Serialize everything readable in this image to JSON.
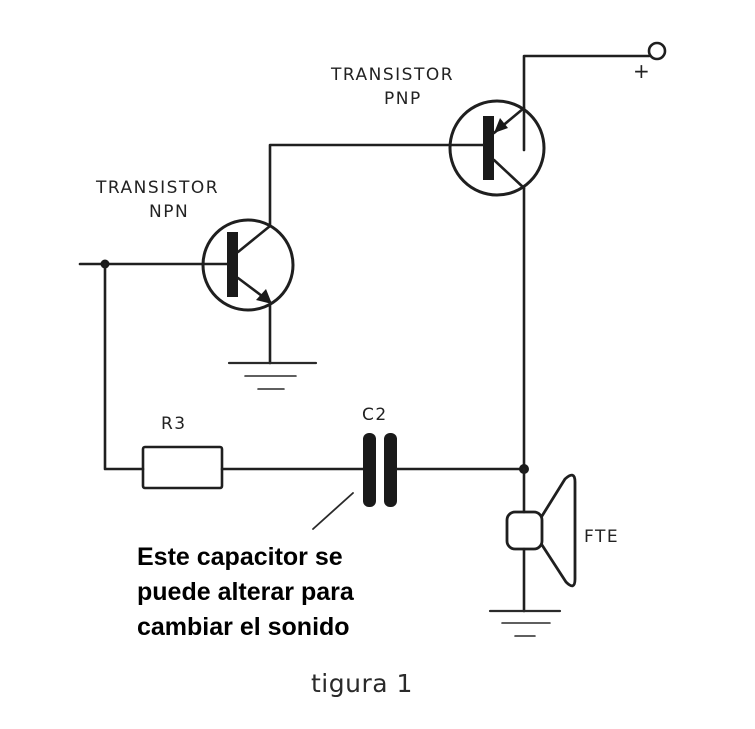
{
  "diagram": {
    "title": "Circuit schematic: two-transistor audio oscillator",
    "components": {
      "npn": {
        "label_line1": "TRANSISTOR",
        "label_line2": "NPN",
        "type": "NPN transistor"
      },
      "pnp": {
        "label_line1": "TRANSISTOR",
        "label_line2": "PNP",
        "type": "PNP transistor"
      },
      "resistor": {
        "label": "R3",
        "type": "resistor"
      },
      "capacitor": {
        "label": "C2",
        "type": "capacitor"
      },
      "speaker": {
        "label": "FTE",
        "type": "loudspeaker"
      },
      "supply": {
        "label": "+",
        "type": "positive supply terminal"
      }
    },
    "annotation": {
      "lines": [
        "Este capacitor se",
        "puede alterar para",
        "cambiar el sonido"
      ],
      "points_to": "C2"
    },
    "caption": "tigura 1"
  }
}
